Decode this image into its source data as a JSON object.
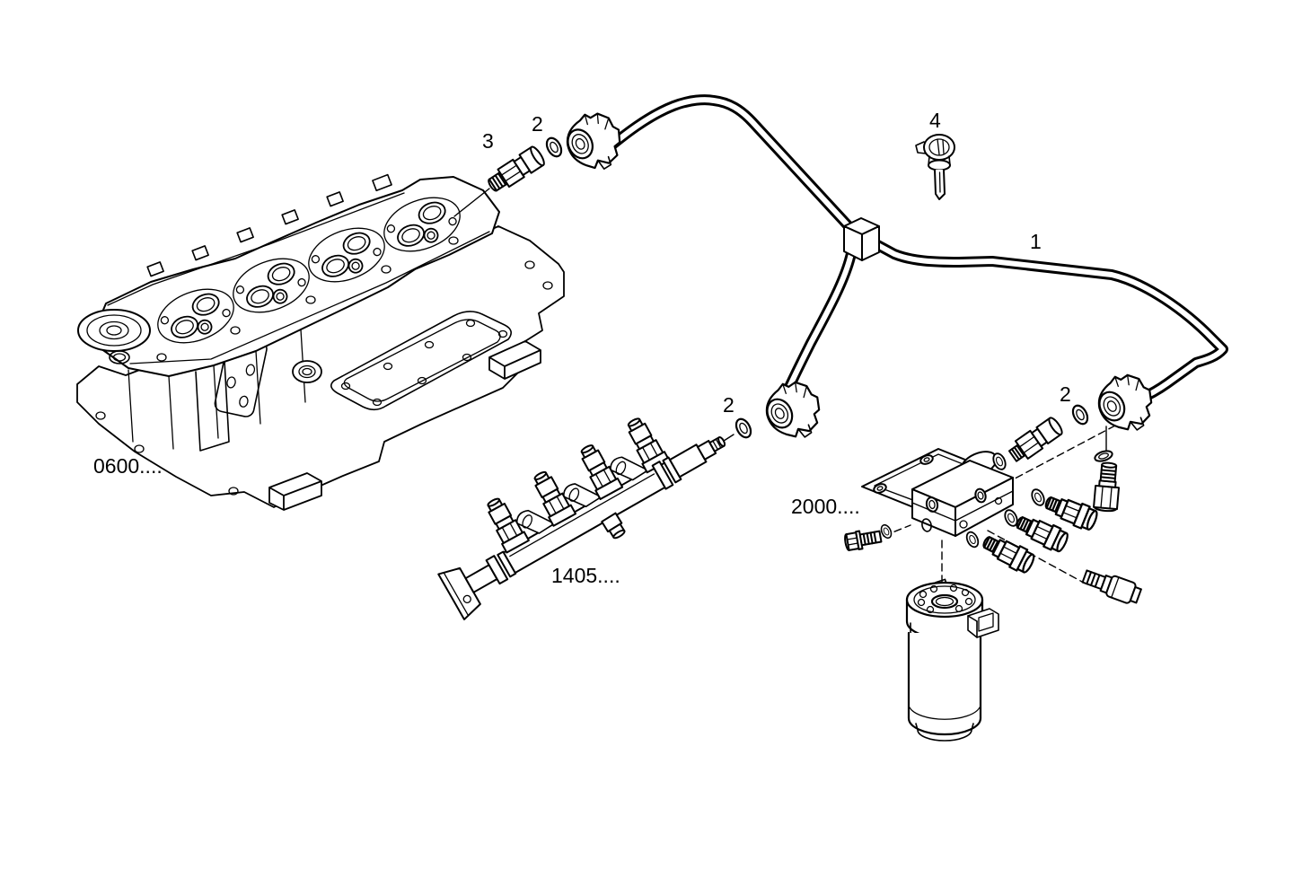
{
  "page": {
    "background": "#ffffff",
    "ink": "#000000",
    "kind": "exploded-parts-diagram"
  },
  "callouts": {
    "pipe": "1",
    "seal_top": "2",
    "seal_rail": "2",
    "seal_filter": "2",
    "fitting": "3",
    "sensor": "4"
  },
  "part_refs": {
    "cylinder_head": "0600....",
    "fuel_rail": "1405....",
    "filter_head": "2000...."
  }
}
